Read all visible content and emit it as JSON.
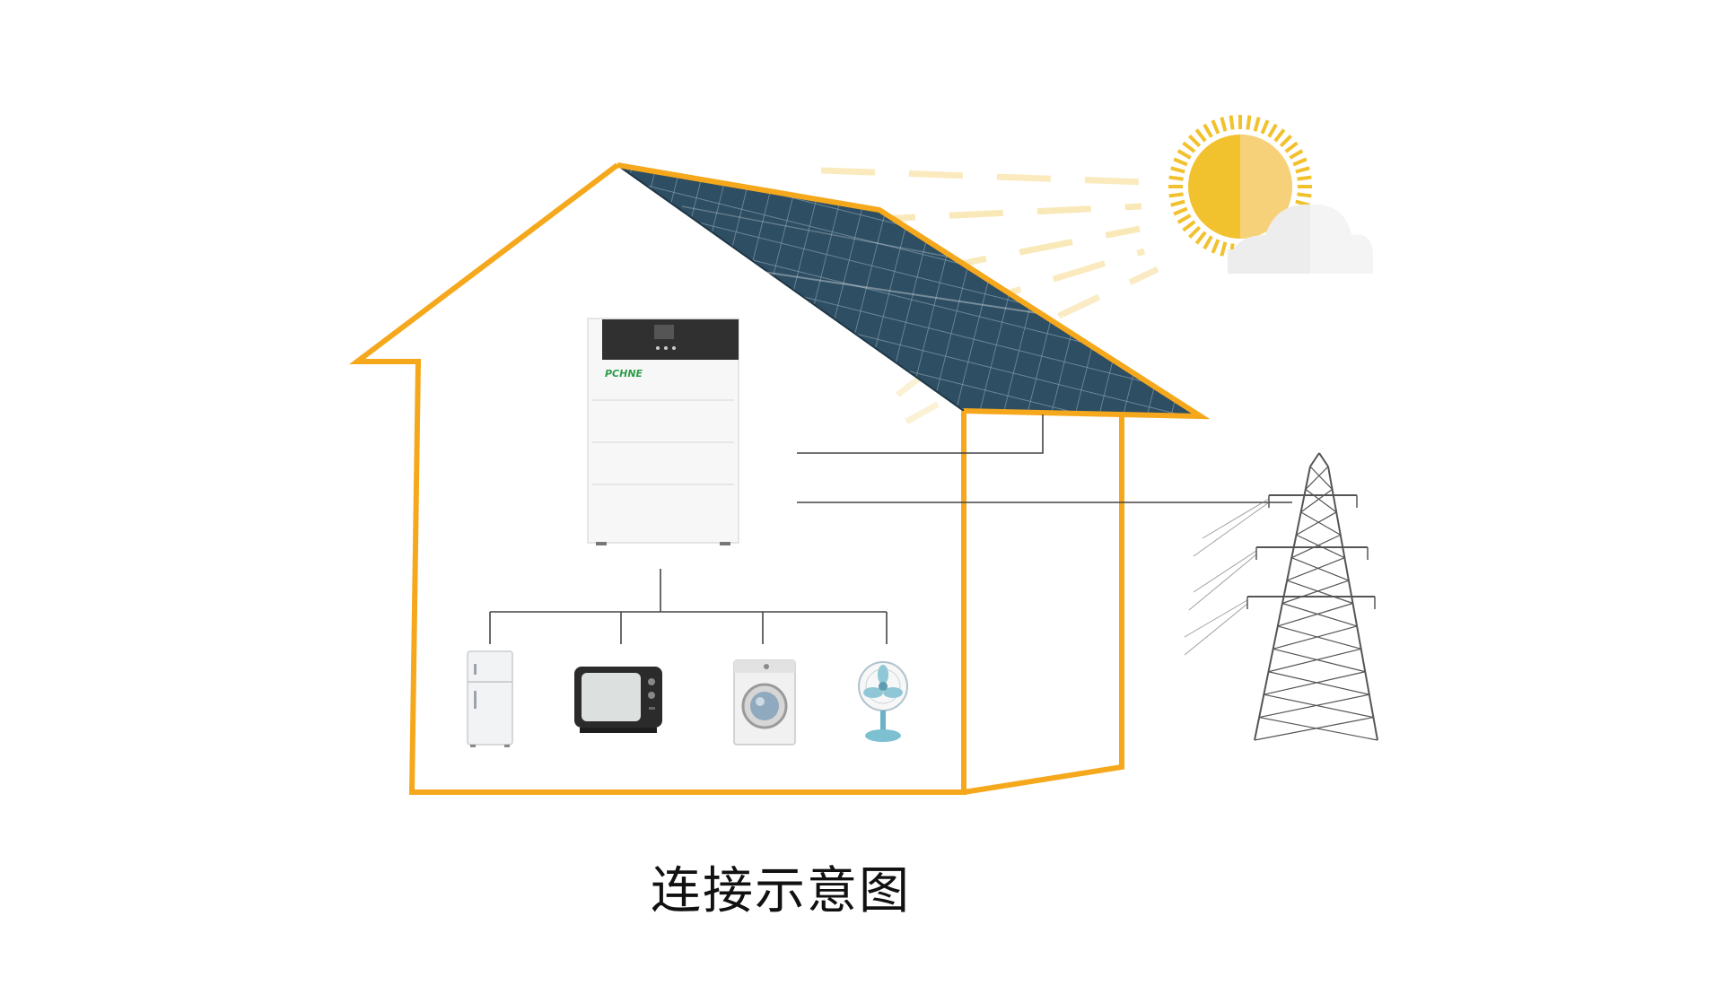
{
  "caption": "连接示意图",
  "brand": "PCHNE",
  "colors": {
    "house_outline": "#F5A81C",
    "sun": "#F2C12E",
    "sun_light": "#F6D98A",
    "panel": "#2B4A5E",
    "cloud": "#EEEEEE",
    "wire": "#444444",
    "tower": "#555555"
  },
  "icons": [
    "sun-icon",
    "cloud-icon",
    "solar-panel",
    "battery-inverter",
    "power-tower",
    "refrigerator-icon",
    "tv-icon",
    "washing-machine-icon",
    "fan-icon"
  ]
}
